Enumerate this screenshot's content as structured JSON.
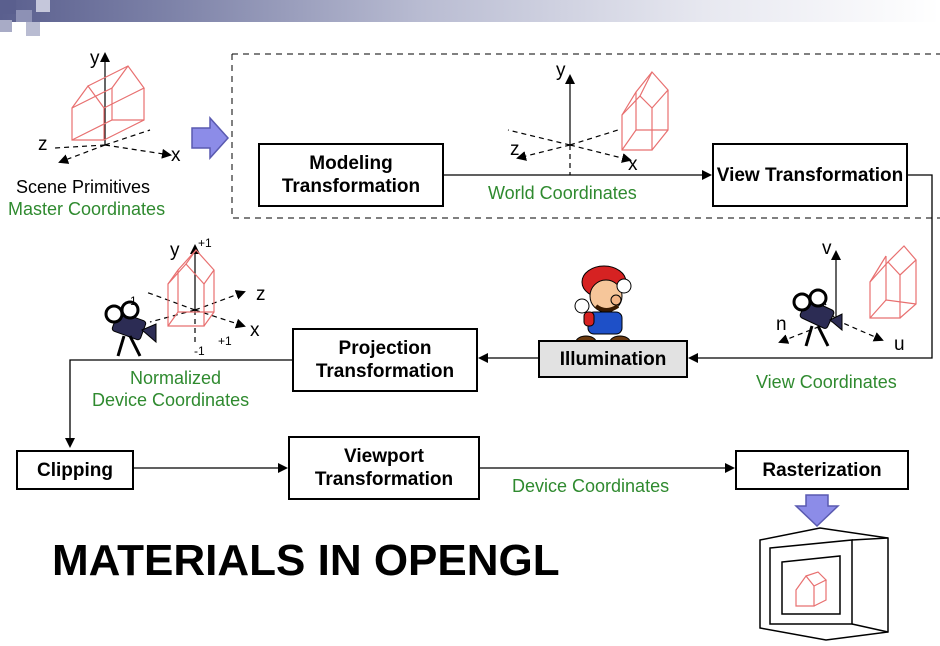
{
  "boxes": {
    "modeling": "Modeling Transformation",
    "view": "View Transformation",
    "projection": "Projection Transformation",
    "illumination": "Illumination",
    "clipping": "Clipping",
    "viewport": "Viewport Transformation",
    "rasterization": "Rasterization"
  },
  "coords": {
    "scene_primitives": "Scene Primitives",
    "master": "Master Coordinates",
    "world": "World Coordinates",
    "view": "View Coordinates",
    "normalized_1": "Normalized",
    "normalized_2": "Device Coordinates",
    "device": "Device Coordinates"
  },
  "axes": {
    "y": "y",
    "x": "x",
    "z": "z",
    "v": "v",
    "n": "n",
    "u": "u",
    "plus_one": "+1",
    "minus_one": "-1"
  },
  "title": "MATERIALS IN OPENGL",
  "colors": {
    "label_green": "#2f8a2f",
    "house_red": "#e87070",
    "arrow_fill": "#8c8ce8"
  }
}
